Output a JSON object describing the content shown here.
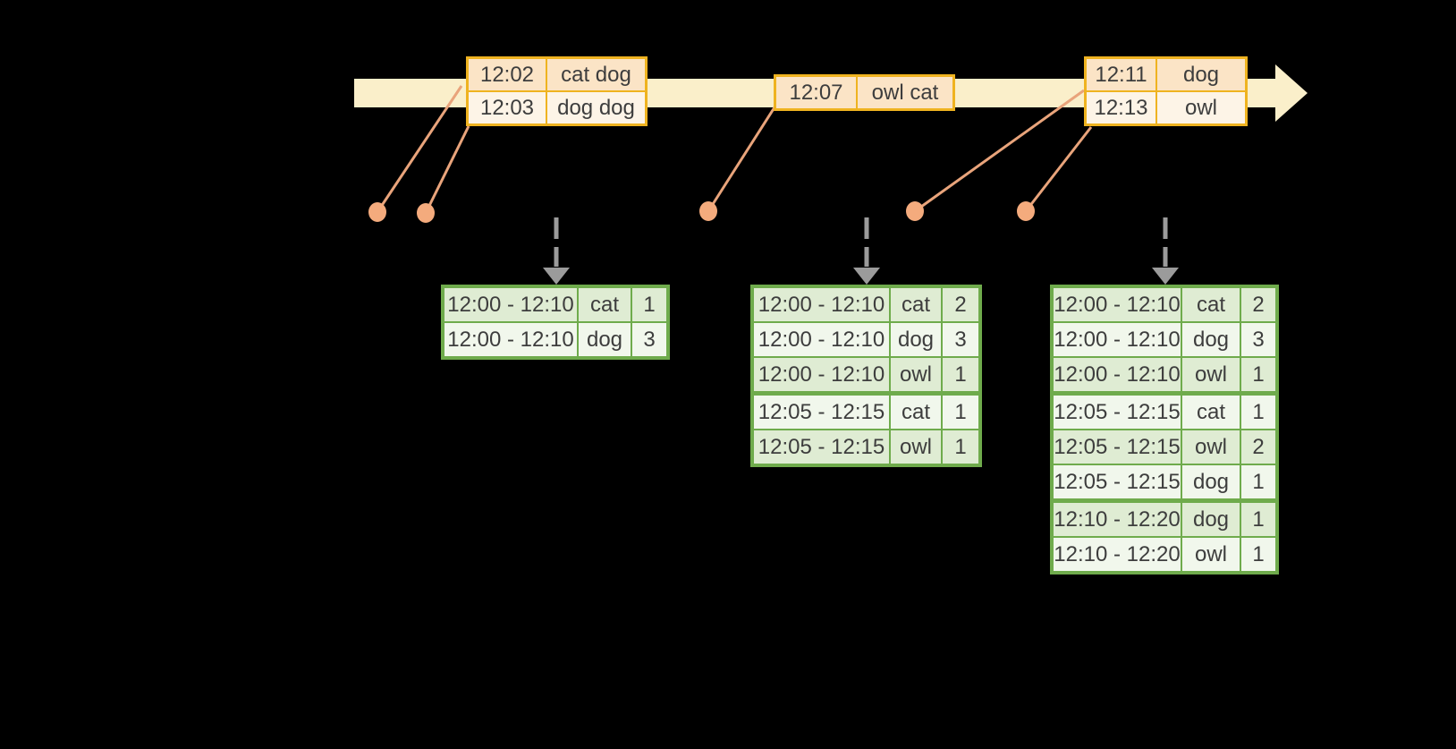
{
  "colors": {
    "bg": "#000000",
    "timeline_fill": "#faefca",
    "event_border": "#efb320",
    "event_row_dark": "#fbe4c6",
    "event_row_light": "#fdf4e7",
    "result_border": "#6fab4c",
    "result_row_dark": "#dfecd3",
    "result_row_light": "#f1f7ec",
    "connector": "#e9a47b",
    "dot": "#f4ab7d",
    "arrow_gray": "#9b9b9b",
    "text": "#3d3d3d"
  },
  "event_tables": [
    {
      "rows": [
        {
          "time": "12:02",
          "words": "cat dog"
        },
        {
          "time": "12:03",
          "words": "dog dog"
        }
      ]
    },
    {
      "rows": [
        {
          "time": "12:07",
          "words": "owl cat"
        }
      ]
    },
    {
      "rows": [
        {
          "time": "12:11",
          "words": "dog"
        },
        {
          "time": "12:13",
          "words": "owl"
        }
      ]
    }
  ],
  "result_tables": [
    {
      "rows": [
        {
          "window": "12:00 - 12:10",
          "word": "cat",
          "count": "1"
        },
        {
          "window": "12:00 - 12:10",
          "word": "dog",
          "count": "3"
        }
      ]
    },
    {
      "rows": [
        {
          "window": "12:00 - 12:10",
          "word": "cat",
          "count": "2"
        },
        {
          "window": "12:00 - 12:10",
          "word": "dog",
          "count": "3"
        },
        {
          "window": "12:00 - 12:10",
          "word": "owl",
          "count": "1"
        },
        {
          "window": "12:05 - 12:15",
          "word": "cat",
          "count": "1"
        },
        {
          "window": "12:05 - 12:15",
          "word": "owl",
          "count": "1"
        }
      ]
    },
    {
      "rows": [
        {
          "window": "12:00 - 12:10",
          "word": "cat",
          "count": "2"
        },
        {
          "window": "12:00 - 12:10",
          "word": "dog",
          "count": "3"
        },
        {
          "window": "12:00 - 12:10",
          "word": "owl",
          "count": "1"
        },
        {
          "window": "12:05 - 12:15",
          "word": "cat",
          "count": "1"
        },
        {
          "window": "12:05 - 12:15",
          "word": "owl",
          "count": "2"
        },
        {
          "window": "12:05 - 12:15",
          "word": "dog",
          "count": "1"
        },
        {
          "window": "12:10 - 12:20",
          "word": "dog",
          "count": "1"
        },
        {
          "window": "12:10 - 12:20",
          "word": "owl",
          "count": "1"
        }
      ]
    }
  ]
}
